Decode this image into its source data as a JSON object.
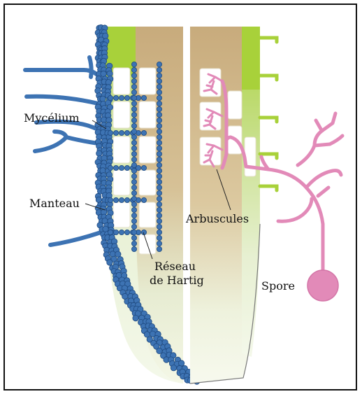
{
  "diagram": {
    "labels": {
      "mycelium": "Mycélium",
      "manteau": "Manteau",
      "reseau_line1": "Réseau",
      "reseau_line2": "de Hartig",
      "arbuscules": "Arbuscules",
      "spore": "Spore"
    },
    "colors": {
      "ecto_fungus": "#3d73b3",
      "ecto_fungus_edge": "#1f4a80",
      "endo_fungus": "#e28ab8",
      "root_green": "#a8d13a",
      "root_tan": "#c8ab7c",
      "root_tip": "#eef3d9",
      "frame": "#111111"
    }
  }
}
